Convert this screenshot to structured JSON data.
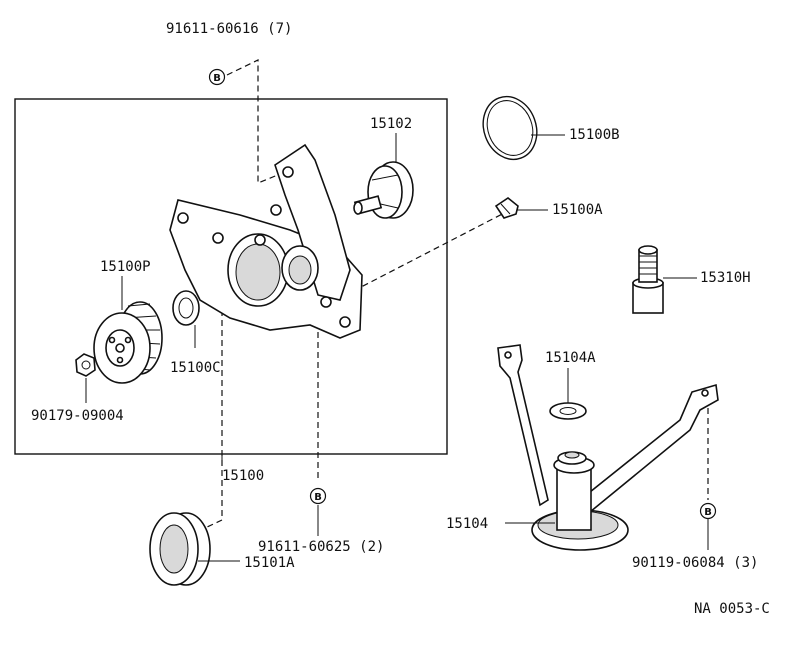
{
  "labels": {
    "bolt_top": "91611-60616 (7)",
    "pump_rotor": "15102",
    "o_ring": "15100B",
    "plug": "15100A",
    "pulley": "15100P",
    "union_bolt": "15310H",
    "seal_small": "15100C",
    "gasket": "15104A",
    "nut": "90179-09004",
    "pump_assy": "15100",
    "strainer": "15104",
    "bolt_mid": "91611-60625 (2)",
    "bolt_right": "90119-06084 (3)",
    "oil_seal": "15101A",
    "ref_code": "NA 0053-C"
  },
  "bolt_marker": "B"
}
